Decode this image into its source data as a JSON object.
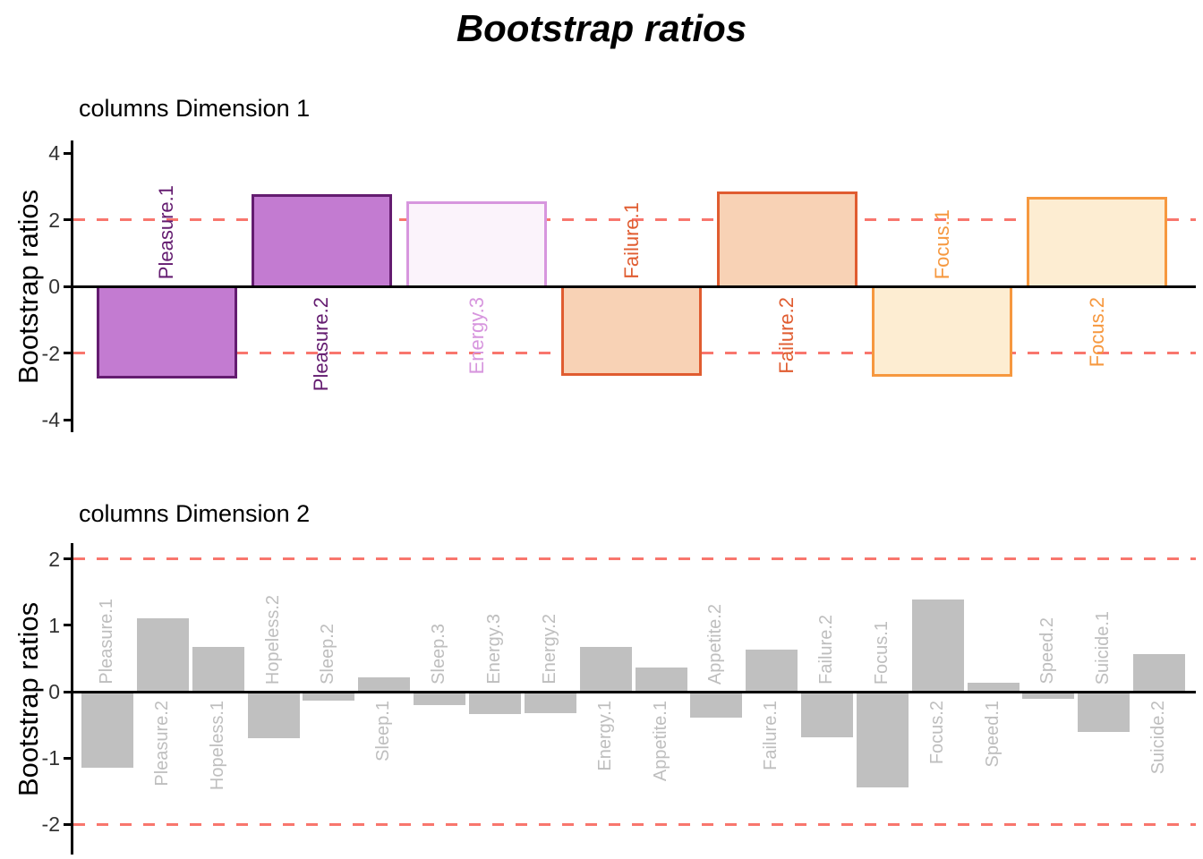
{
  "title": "Bootstrap ratios",
  "colors": {
    "threshold_line": "#F8766D",
    "axis": "#000000",
    "tick_text": "#333333",
    "background": "#FFFFFF"
  },
  "chart_data": [
    {
      "type": "bar",
      "title": "columns Dimension 1",
      "ylabel": "Bootstrap ratios",
      "ylim": [
        -4.6,
        4.6
      ],
      "yticks": [
        4,
        2,
        0,
        -2,
        -4
      ],
      "threshold_lines": [
        2,
        -2
      ],
      "grid": false,
      "legend": "none",
      "bar_label_rotation": 90,
      "bars": [
        {
          "label": "Pleasure.1",
          "value": -2.76,
          "fill": "#C37BD1",
          "border": "#641C70",
          "label_color": "#641C70"
        },
        {
          "label": "Pleasure.2",
          "value": 2.77,
          "fill": "#C37BD1",
          "border": "#641C70",
          "label_color": "#641C70"
        },
        {
          "label": "Energy.3",
          "value": 2.56,
          "fill": "#FBF3FB",
          "border": "#D796DE",
          "label_color": "#D796DE"
        },
        {
          "label": "Failure.1",
          "value": -2.68,
          "fill": "#F8D2B5",
          "border": "#E05C30",
          "label_color": "#E05C30"
        },
        {
          "label": "Failure.2",
          "value": 2.85,
          "fill": "#F8D2B5",
          "border": "#E05C30",
          "label_color": "#E05C30"
        },
        {
          "label": "Focus.1",
          "value": -2.72,
          "fill": "#FDEDD2",
          "border": "#F6983F",
          "label_color": "#F6983F"
        },
        {
          "label": "Focus.2",
          "value": 2.69,
          "fill": "#FDEDD2",
          "border": "#F6983F",
          "label_color": "#F6983F"
        }
      ]
    },
    {
      "type": "bar",
      "title": "columns Dimension 2",
      "ylabel": "Bootstrap ratios",
      "ylim": [
        -2.2,
        2.2
      ],
      "yticks": [
        2,
        1,
        0,
        -1,
        -2
      ],
      "threshold_lines": [
        2,
        -2
      ],
      "grid": false,
      "legend": "none",
      "bar_label_rotation": 90,
      "bar_fill": "#C0C0C0",
      "label_color": "#BEBEBE",
      "bars": [
        {
          "label": "Pleasure.1",
          "value": -1.15
        },
        {
          "label": "Pleasure.2",
          "value": 1.11
        },
        {
          "label": "Hopeless.1",
          "value": 0.67
        },
        {
          "label": "Hopeless.2",
          "value": -0.7
        },
        {
          "label": "Sleep.2",
          "value": -0.14
        },
        {
          "label": "Sleep.1",
          "value": 0.21
        },
        {
          "label": "Sleep.3",
          "value": -0.2
        },
        {
          "label": "Energy.3",
          "value": -0.34
        },
        {
          "label": "Energy.2",
          "value": -0.33
        },
        {
          "label": "Energy.1",
          "value": 0.68
        },
        {
          "label": "Appetite.1",
          "value": 0.37
        },
        {
          "label": "Appetite.2",
          "value": -0.39
        },
        {
          "label": "Failure.1",
          "value": 0.64
        },
        {
          "label": "Failure.2",
          "value": -0.69
        },
        {
          "label": "Focus.1",
          "value": -1.44
        },
        {
          "label": "Focus.2",
          "value": 1.39
        },
        {
          "label": "Speed.1",
          "value": 0.13
        },
        {
          "label": "Speed.2",
          "value": -0.11
        },
        {
          "label": "Suicide.1",
          "value": -0.61
        },
        {
          "label": "Suicide.2",
          "value": 0.56
        }
      ]
    }
  ]
}
